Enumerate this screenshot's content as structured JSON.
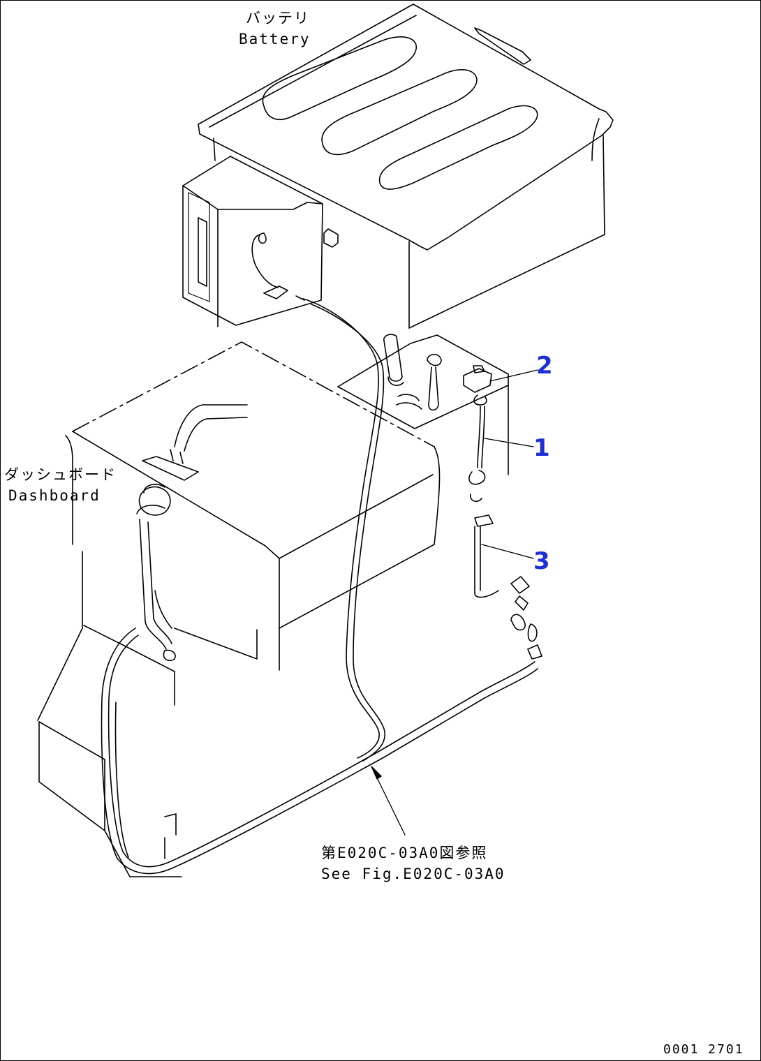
{
  "labels": {
    "battery_jp": "バッテリ",
    "battery_en": "Battery",
    "dashboard_jp": "ダッシュボード",
    "dashboard_en": "Dashboard",
    "see_fig_jp": "第E020C-03A0図参照",
    "see_fig_en": "See Fig.E020C-03A0",
    "drawing_number": "0001 2701"
  },
  "callouts": [
    {
      "number": "1"
    },
    {
      "number": "2"
    },
    {
      "number": "3"
    }
  ],
  "colors": {
    "line": "#000000",
    "callout": "#1f2fd8",
    "background": "#ffffff"
  }
}
